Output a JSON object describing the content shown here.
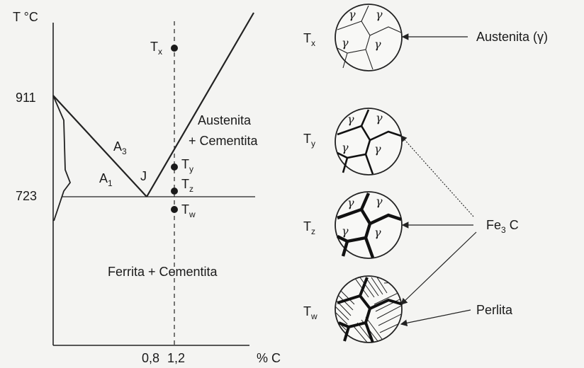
{
  "diagram": {
    "y_axis_label": "T °C",
    "x_axis_label": "% C",
    "y_ticks": [
      "911",
      "723"
    ],
    "x_ticks": [
      "0,8",
      "1,2"
    ],
    "region_labels": {
      "austenite_cementite_1": "Austenita",
      "austenite_cementite_2": "+ Cementita",
      "ferrite_cementite": "Ferrita + Cementita"
    },
    "line_labels": {
      "a3": "A",
      "a3_sub": "3",
      "a1": "A",
      "a1_sub": "1",
      "eutectoid": "J"
    },
    "points": [
      {
        "name": "T",
        "sub": "x"
      },
      {
        "name": "T",
        "sub": "y"
      },
      {
        "name": "T",
        "sub": "z"
      },
      {
        "name": "T",
        "sub": "w"
      }
    ]
  },
  "microstructures": [
    {
      "label": "T",
      "sub": "x"
    },
    {
      "label": "T",
      "sub": "y"
    },
    {
      "label": "T",
      "sub": "z"
    },
    {
      "label": "T",
      "sub": "w"
    }
  ],
  "grain_symbol": "γ",
  "callouts": {
    "austenite": "Austenita (γ)",
    "fe3c_a": "Fe",
    "fe3c_sub": "3",
    "fe3c_b": " C",
    "pearlite": "Perlita"
  }
}
